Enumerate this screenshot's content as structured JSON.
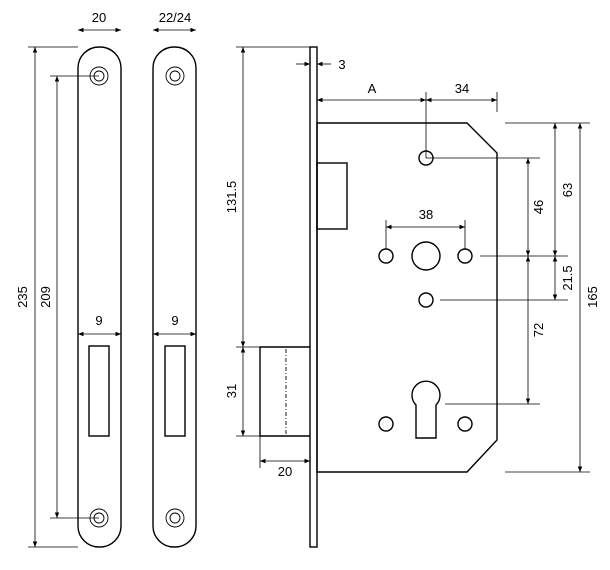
{
  "dimensions": {
    "plate_width": "20",
    "plate_width_alt": "22/24",
    "plate_length": "235",
    "screw_spacing": "209",
    "slot_width_left": "9",
    "slot_width_right": "9",
    "latch_height_from_top": "131.5",
    "latch_height": "31",
    "latch_projection": "20",
    "faceplate_thickness": "3",
    "backset": "A",
    "spindle_to_edge": "34",
    "hole_spacing": "38",
    "dim_46": "46",
    "dim_63": "63",
    "dim_21_5": "21.5",
    "dim_72": "72",
    "case_height": "165"
  }
}
